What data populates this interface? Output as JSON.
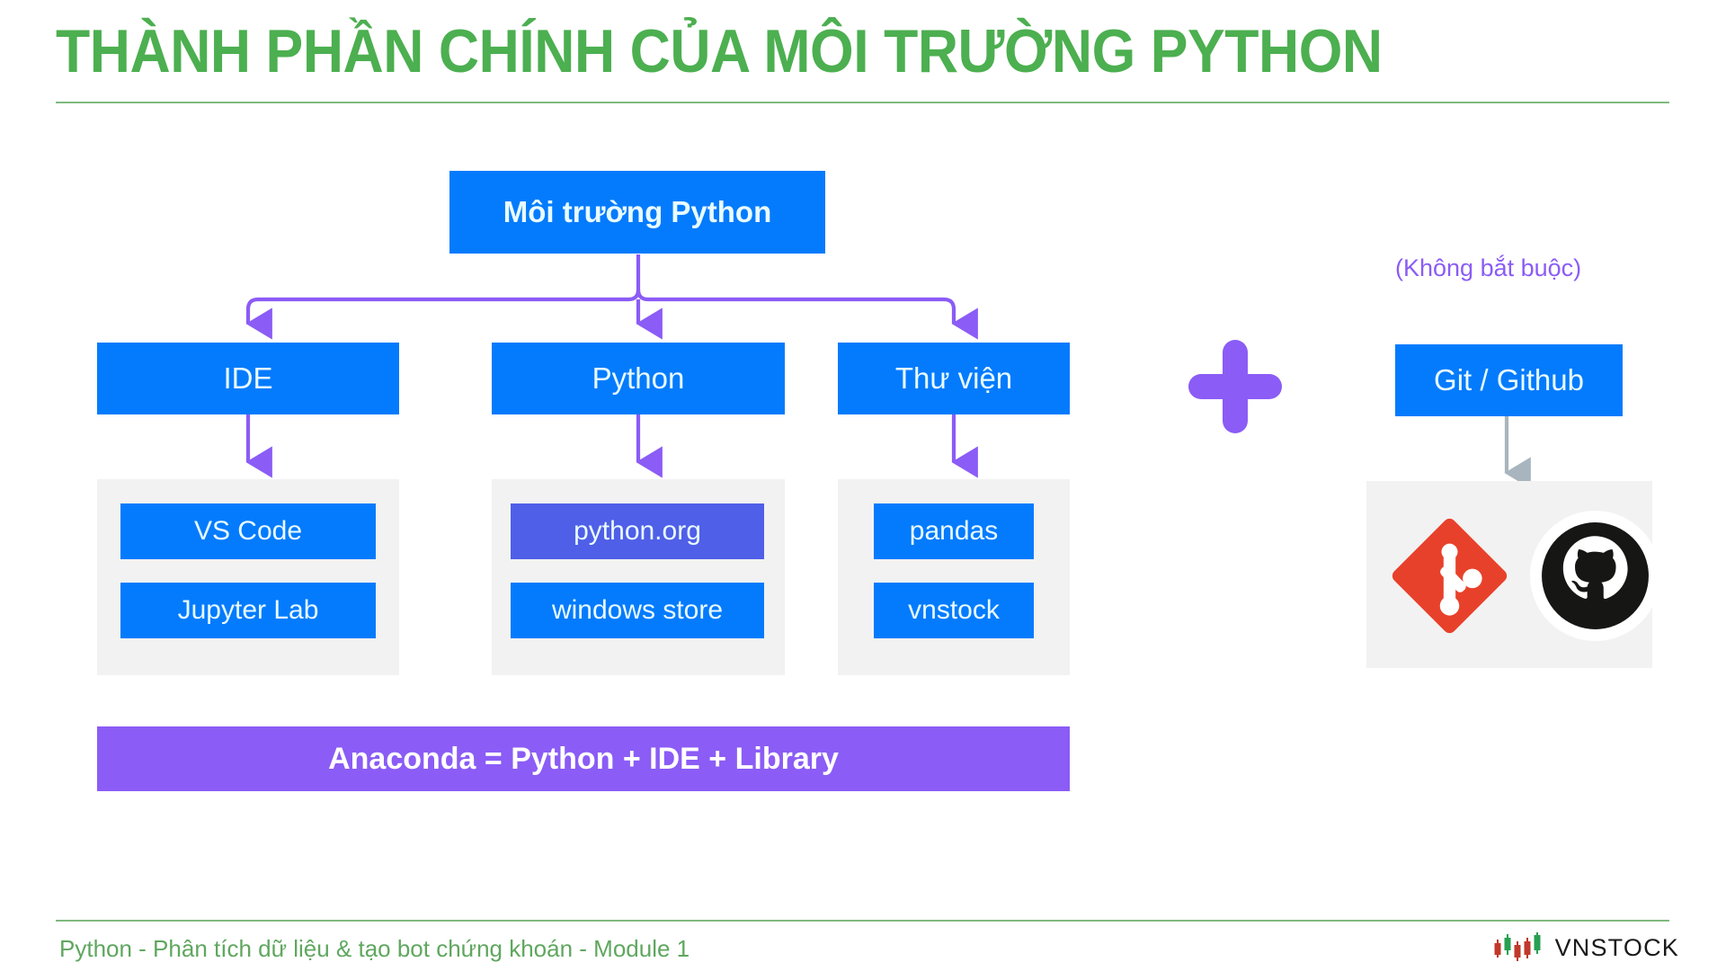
{
  "slide": {
    "title": "THÀNH PHẦN CHÍNH CỦA MÔI TRƯỜNG PYTHON",
    "background_color": "#ffffff",
    "title_color": "#4CAF50",
    "rule_color": "#7fba7f"
  },
  "diagram": {
    "root": {
      "label": "Môi trường Python",
      "color": "#047BFD"
    },
    "branches": [
      {
        "label": "IDE",
        "color": "#047BFD",
        "children": [
          {
            "label": "VS Code",
            "color": "#047BFD"
          },
          {
            "label": "Jupyter Lab",
            "color": "#047BFD"
          }
        ]
      },
      {
        "label": "Python",
        "color": "#047BFD",
        "children": [
          {
            "label": "python.org",
            "color": "#4F5FE8"
          },
          {
            "label": "windows store",
            "color": "#047BFD"
          }
        ]
      },
      {
        "label": "Thư viện",
        "color": "#047BFD",
        "children": [
          {
            "label": "pandas",
            "color": "#047BFD"
          },
          {
            "label": "vnstock",
            "color": "#047BFD"
          }
        ]
      }
    ],
    "connector_color": "#8B5CF6",
    "group_box_color": "#F2F2F2",
    "banner": {
      "label": "Anaconda = Python + IDE + Library",
      "color": "#8B5CF6"
    }
  },
  "optional_section": {
    "note": "(Không bắt buộc)",
    "note_color": "#8B5CF6",
    "plus_symbol": "+",
    "plus_color": "#8B5CF6",
    "node": {
      "label": "Git / Github",
      "color": "#047BFD"
    },
    "arrow_color": "#A8B5BE",
    "logos": [
      {
        "name": "git-logo",
        "color": "#E8412B"
      },
      {
        "name": "github-logo",
        "color": "#161614"
      }
    ]
  },
  "footer": {
    "text": "Python - Phân tích dữ liệu & tạo bot chứng khoán - Module 1",
    "text_color": "#5FA75F",
    "brand": "VNSTOCK",
    "brand_mark_colors": [
      "#C0392B",
      "#27A052",
      "#C0392B",
      "#C0392B",
      "#27A052"
    ]
  }
}
